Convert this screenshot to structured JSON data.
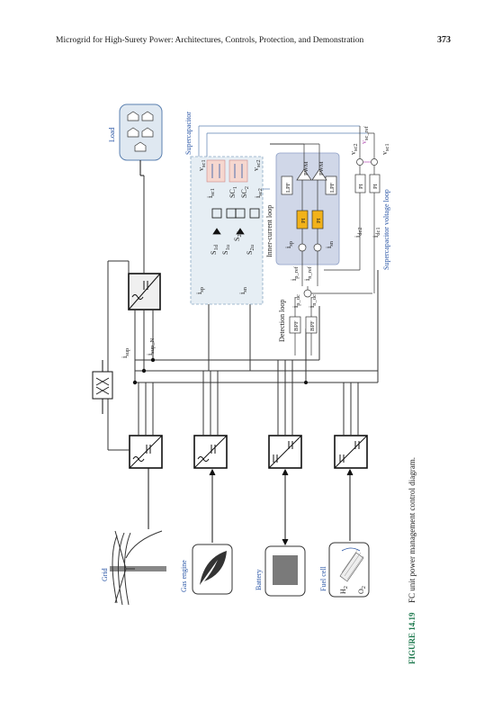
{
  "header": {
    "running_head": "Microgrid for High-Surety Power: Architectures, Controls, Protection, and Demonstration",
    "page_number": "373"
  },
  "diagram": {
    "sources": {
      "grid": "Grid",
      "gas_engine": "Gas engine",
      "battery": "Battery",
      "fuel_cell": "Fuel cell",
      "fuel_cell_h2": "H",
      "fuel_cell_h2_sub": "2",
      "fuel_cell_o2": "O",
      "fuel_cell_o2_sub": "2"
    },
    "load": "Load",
    "bus_current_labels": {
      "i_sup": "i",
      "i_sup_sub": "sup",
      "i_sup_n": "i",
      "i_sup_n_sub": "sup_N"
    },
    "supercapacitor": {
      "title": "Supercapacitor",
      "v_sc1": "v",
      "v_sc1_sub": "sc1",
      "v_sc2": "v",
      "v_sc2_sub": "sc2",
      "i_sc1": "i",
      "i_sc1_sub": "sc1",
      "i_sc2": "i",
      "i_sc2_sub": "sc2",
      "sc1": "SC",
      "sc1_sub": "1",
      "sc2": "SC",
      "sc2_sub": "2",
      "s1d": "S",
      "s1d_sub": "1d",
      "s1u": "S",
      "s1u_sub": "1u",
      "s2d": "S",
      "s2d_sub": "2d",
      "s2u": "S",
      "s2u_sub": "2u",
      "i_sp": "i",
      "i_sp_sub": "sp",
      "i_sn": "i",
      "i_sn_sub": "sn"
    },
    "inner_current_loop": {
      "title": "Inner-current loop",
      "lpf": "LPF",
      "pi": "PI",
      "pwm_a": "PWM",
      "pwm_b": "PWM",
      "i_sp": "i",
      "i_sp_sub": "sp",
      "i_sn": "i",
      "i_sn_sub": "sn",
      "i_p_ref": "i",
      "i_p_ref_sub": "p_ref",
      "i_n_ref": "i",
      "i_n_ref_sub": "n_ref"
    },
    "detection_loop": {
      "title": "Detection loop",
      "bpf": "BPF",
      "i_p_dc": "i",
      "i_p_dc_sub": "p_dc",
      "i_n_dc": "i",
      "i_n_dc_sub": "n_dc"
    },
    "voltage_loop": {
      "title": "Supercapacitor voltage loop",
      "pi": "PI",
      "i_dc1": "i",
      "i_dc1_sub": "dc1",
      "i_dc2": "i",
      "i_dc2_sub": "dc2",
      "v_sc2": "v",
      "v_sc2_sub": "sc2",
      "v_sc1": "v",
      "v_sc1_sub": "sc1",
      "v_sc_ref": "v",
      "v_sc_ref_sub": "sc_ref"
    }
  },
  "caption": {
    "label": "FIGURE 14.19",
    "text": "FC unit power management control diagram."
  },
  "colors": {
    "caption_label": "#1f7a4f",
    "sc_panel": "#e6eef4",
    "inner_panel": "#d0d7e8",
    "pi_block": "#f2b21a",
    "capacitor": "#f6d7cf",
    "load_panel": "#dfe8f1",
    "accent_blue": "#2a56a6",
    "accent_pink": "#b04ab0"
  },
  "icons": [
    "transmission-tower-icon",
    "gas-engine-leaf-icon",
    "battery-icon",
    "fuel-cell-icon",
    "load-house-icon",
    "transformer-icon"
  ]
}
